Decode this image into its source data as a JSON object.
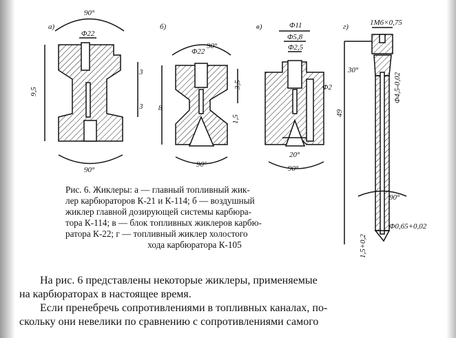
{
  "figure": {
    "panels": {
      "a": {
        "label": "а)",
        "dims": [
          "90°",
          "Φ22",
          "9,5",
          "3",
          "3",
          "90°"
        ]
      },
      "b": {
        "label": "б)",
        "dims": [
          "Φ22",
          "90°",
          "8",
          "3,5",
          "1,5",
          "90°"
        ]
      },
      "v": {
        "label": "в)",
        "dims": [
          "Φ11",
          "Φ5,8",
          "Φ2,5",
          "Φ2",
          "20°",
          "90°"
        ]
      },
      "g": {
        "label": "г)",
        "dims": [
          "1М6×0,75",
          "30°",
          "Φ4,5-0,02",
          "49",
          "90°",
          "Φ0,65+0,02",
          "1,5+0,2"
        ]
      }
    },
    "caption_lines": [
      "Рис. 6. Жиклеры: а — главный топливный жик-",
      "лер карбюраторов К-21 и К-114; б — воздушный",
      "жиклер главной дозирующей системы карбюра-",
      "тора К-114; в — блок топливных жиклеров карбю-",
      "ратора К-22; г — топливный жиклер холостого",
      "хода карбюратора К-105"
    ]
  },
  "body_lines": [
    "На рис. 6 представлены некоторые жиклеры, применяемые",
    "на карбюраторах в настоящее время.",
    "Если пренебречь сопротивлениями в топливных каналах, по-",
    "скольку они невелики по сравнению с сопротивлениями самого"
  ]
}
